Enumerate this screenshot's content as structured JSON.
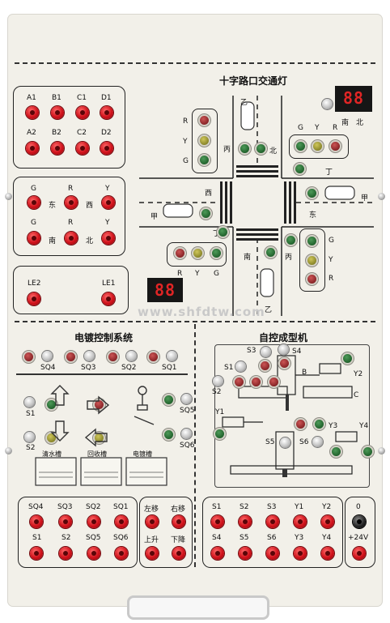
{
  "traffic": {
    "title": "十字路口交通灯",
    "rgy_left": [
      "R",
      "Y",
      "G"
    ],
    "gyr_top": [
      "G",
      "Y",
      "R"
    ],
    "rgy_bottom": [
      "R",
      "Y",
      "G"
    ],
    "gyr_right": [
      "G",
      "Y",
      "R"
    ],
    "zhong_top": "乙",
    "zhong_bottom": "乙",
    "bing_top": "丙",
    "bing_bottom": "丙",
    "bei": "北",
    "ding_top": "丁",
    "ding_bottom": "丁",
    "xi": "西",
    "jia_left": "甲",
    "jia_right": "甲",
    "dong": "东",
    "nan": "南",
    "display_top": "88",
    "display_top_labels": [
      "南",
      "北"
    ]
  },
  "terminals_top": {
    "row1": [
      "A1",
      "B1",
      "C1",
      "D1"
    ],
    "row2": [
      "A2",
      "B2",
      "C2",
      "D2"
    ]
  },
  "ew_block": {
    "top_labels": [
      "G",
      "R",
      "Y"
    ],
    "mid_labels": [
      "东",
      "西"
    ],
    "bottom_labels": [
      "G",
      "R",
      "Y"
    ],
    "bot_mid_labels": [
      "南",
      "北"
    ]
  },
  "le_block": {
    "le2": "LE2",
    "le1": "LE1",
    "display": "88"
  },
  "watermark": "www.shfdtw.com",
  "plating": {
    "title": "电镀控制系统",
    "sq_labels": [
      "SQ4",
      "SQ3",
      "SQ2",
      "SQ1"
    ],
    "s1": "S1",
    "s2": "S2",
    "sq5": "SQ5",
    "sq6": "SQ6",
    "tanks": [
      "清水槽",
      "回收槽",
      "电镀槽"
    ]
  },
  "molding": {
    "title": "自控成型机",
    "labels": [
      "S3",
      "S4",
      "S1",
      "S2",
      "Y2",
      "B",
      "C",
      "Y1",
      "Y3",
      "Y4",
      "S5",
      "S6"
    ]
  },
  "bottom_left": {
    "row1": [
      "SQ4",
      "SQ3",
      "SQ2",
      "SQ1"
    ],
    "row2": [
      "S1",
      "S2",
      "SQ5",
      "SQ6"
    ],
    "move_row1": [
      "左移",
      "右移"
    ],
    "move_row2": [
      "上升",
      "下降"
    ]
  },
  "bottom_right": {
    "row1": [
      "S1",
      "S2",
      "S3",
      "Y1",
      "Y2"
    ],
    "row2": [
      "S4",
      "S5",
      "S6",
      "Y3",
      "Y4"
    ],
    "zero": "0",
    "plus24": "+24V"
  }
}
